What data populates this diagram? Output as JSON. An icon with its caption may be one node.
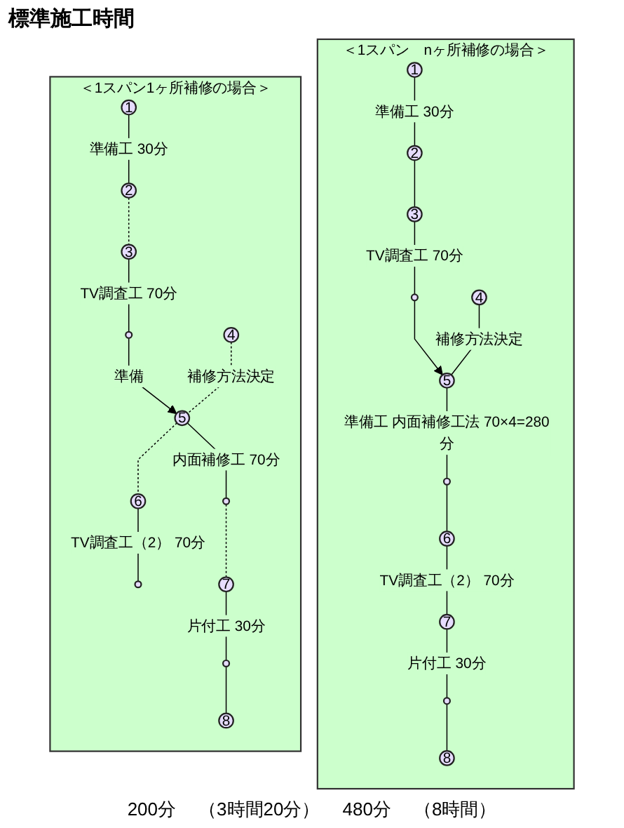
{
  "diagram": {
    "title": "標準施工時間",
    "nodes": [
      {
        "text": [
          "＜1スパン1ヶ所補修の場合＞"
        ]
      },
      {
        "text": [
          "1"
        ],
        "in": 0
      },
      {
        "text": [
          "2"
        ],
        "in": 0
      },
      {
        "text": [
          "3"
        ],
        "in": 0
      },
      {
        "text": [],
        "shape": "circle",
        "in": 0
      },
      {
        "text": [
          "4"
        ],
        "in": 0
      },
      {
        "text": [
          "5"
        ],
        "in": 0
      },
      {
        "text": [],
        "shape": "circle",
        "in": 0
      },
      {
        "text": [
          "6"
        ],
        "in": 0
      },
      {
        "text": [],
        "shape": "circle",
        "in": 0
      },
      {
        "text": [
          "7"
        ],
        "in": 0
      },
      {
        "text": [],
        "shape": "circle",
        "in": 0
      },
      {
        "text": [
          "8"
        ],
        "in": 0
      },
      {
        "text": [
          "＜1スパン　nヶ所補修の場合＞"
        ]
      },
      {
        "text": [
          "1"
        ],
        "in": 13
      },
      {
        "text": [
          "2"
        ],
        "in": 13
      },
      {
        "text": [
          "3"
        ],
        "in": 13
      },
      {
        "text": [],
        "shape": "circle",
        "in": 13
      },
      {
        "text": [
          "4"
        ],
        "in": 13
      },
      {
        "text": [
          "5"
        ],
        "in": 13
      },
      {
        "text": [],
        "shape": "circle",
        "in": 13
      },
      {
        "text": [
          "6"
        ],
        "in": 13
      },
      {
        "text": [
          "7"
        ],
        "in": 13
      },
      {
        "text": [],
        "shape": "circle",
        "in": 13
      },
      {
        "text": [
          "8"
        ],
        "in": 13
      }
    ],
    "edges": [
      {
        "from": 1,
        "to": 2,
        "arrow": "none",
        "label": "準備工 30分"
      },
      {
        "from": 2,
        "to": 3,
        "arrow": "none",
        "style": "dashed"
      },
      {
        "from": 3,
        "to": 4,
        "arrow": "none",
        "label": "TV調査工 70分"
      },
      {
        "from": 4,
        "to": 6,
        "arrow": "to",
        "label": "準備"
      },
      {
        "from": 5,
        "to": 6,
        "arrow": "none",
        "style": "dashed",
        "label": "補修方法決定"
      },
      {
        "from": 6,
        "to": 7,
        "arrow": "none",
        "label": "内面補修工 70分"
      },
      {
        "from": 6,
        "to": 8,
        "arrow": "none",
        "style": "dashed"
      },
      {
        "from": 8,
        "to": 9,
        "arrow": "none",
        "label": "TV調査工（2） 70分"
      },
      {
        "from": 7,
        "to": 10,
        "arrow": "none",
        "style": "dashed"
      },
      {
        "from": 10,
        "to": 11,
        "arrow": "none",
        "label": "片付工 30分"
      },
      {
        "from": 11,
        "to": 12,
        "arrow": "none"
      },
      {
        "from": 14,
        "to": 15,
        "arrow": "none",
        "label": "準備工 30分"
      },
      {
        "from": 15,
        "to": 16,
        "arrow": "none"
      },
      {
        "from": 16,
        "to": 17,
        "arrow": "none",
        "label": "TV調査工 70分"
      },
      {
        "from": 17,
        "to": 19,
        "arrow": "to"
      },
      {
        "from": 18,
        "to": 19,
        "arrow": "none",
        "label": "補修方法決定"
      },
      {
        "from": 19,
        "to": 20,
        "arrow": "none",
        "label": "準備工 内面補修工法 70×4=280分"
      },
      {
        "from": 20,
        "to": 21,
        "arrow": "none"
      },
      {
        "from": 21,
        "to": 22,
        "arrow": "none",
        "label": "TV調査工（2） 70分"
      },
      {
        "from": 22,
        "to": 23,
        "arrow": "none",
        "label": "片付工 30分"
      },
      {
        "from": 23,
        "to": 24,
        "arrow": "none"
      }
    ],
    "labels": [
      "200分",
      "（3時間20分）",
      "480分",
      "（8時間）"
    ]
  }
}
